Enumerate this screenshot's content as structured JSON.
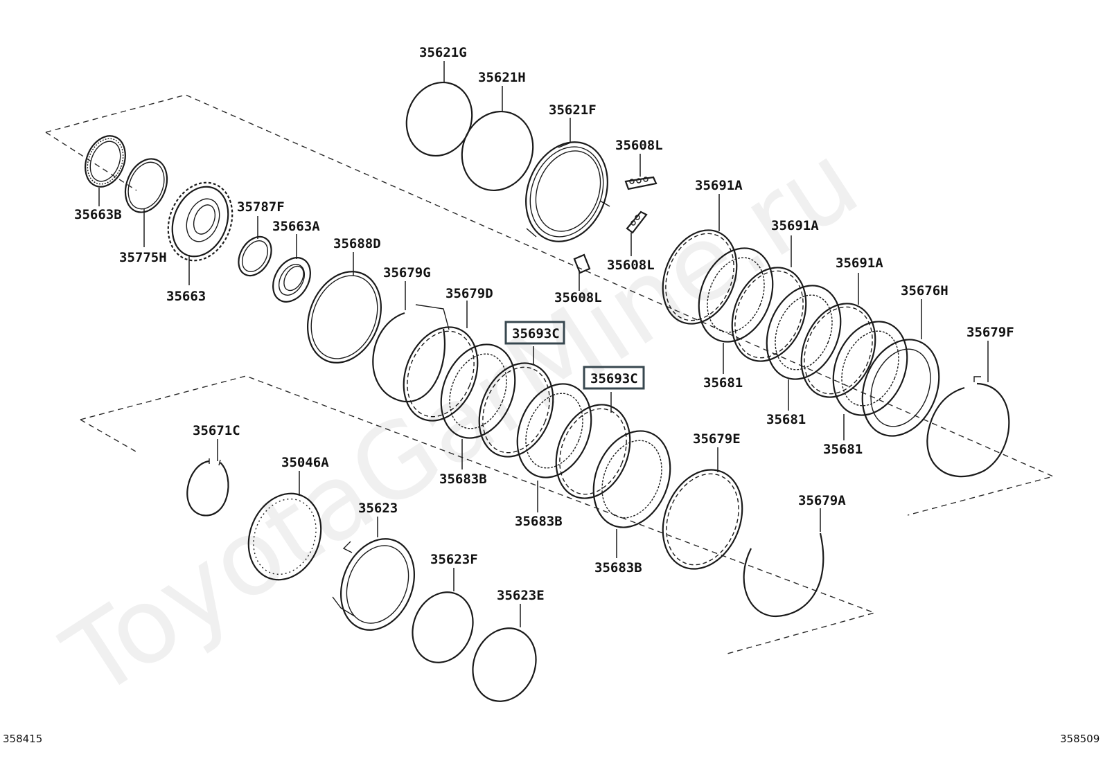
{
  "diagram": {
    "watermark": "ToyotaGarMine.ru",
    "codes": {
      "left": "358415",
      "right": "358509"
    },
    "labels": {
      "p35621G": "35621G",
      "p35621H": "35621H",
      "p35621F": "35621F",
      "p35608L_a": "35608L",
      "p35608L_b": "35608L",
      "p35608L_c": "35608L",
      "p35663B": "35663B",
      "p35775H": "35775H",
      "p35663": "35663",
      "p35787F": "35787F",
      "p35663A": "35663A",
      "p35688D": "35688D",
      "p35679G": "35679G",
      "p35679D": "35679D",
      "p35693C_a": "35693C",
      "p35693C_b": "35693C",
      "p35691A_a": "35691A",
      "p35691A_b": "35691A",
      "p35691A_c": "35691A",
      "p35676H": "35676H",
      "p35679F": "35679F",
      "p35681_a": "35681",
      "p35681_b": "35681",
      "p35681_c": "35681",
      "p35683B_a": "35683B",
      "p35683B_b": "35683B",
      "p35683B_c": "35683B",
      "p35671C": "35671C",
      "p35046A": "35046A",
      "p35623": "35623",
      "p35623F": "35623F",
      "p35623E": "35623E",
      "p35679E": "35679E",
      "p35679A": "35679A"
    }
  }
}
